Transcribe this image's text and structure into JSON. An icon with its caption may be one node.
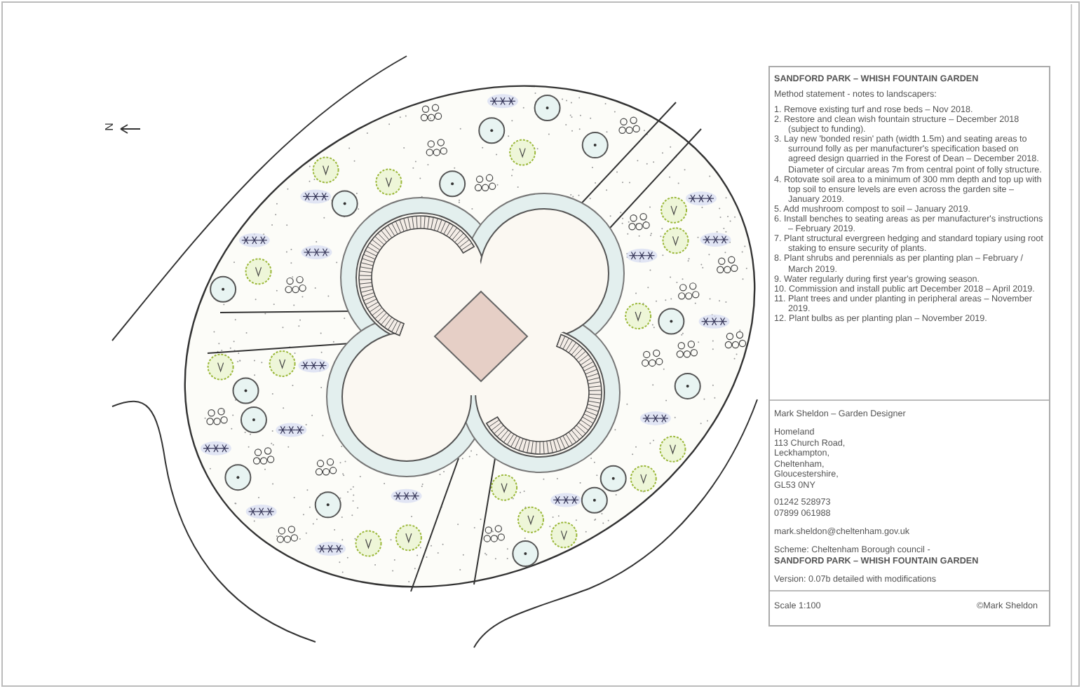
{
  "diagram": {
    "title": "SANDFORD PARK – WHISH FOUNTAIN GARDEN",
    "labels": [
      "N",
      "Method statement - notes to landscapers:",
      "1. Remove existing turf and rose beds – Nov 2018.",
      "2. Restore and clean wish fountain structure – December 2018 (subject to funding).",
      "3. Lay new 'bonded resin' path (width 1.5m) and seating areas to surround folly as per manufacturer's specification based on agreed design quarried in the Forest of Dean – December 2018. Diameter of circular areas 7m from central point of folly structure.",
      "4. Rotovate soil area to a minimum of 300 mm depth and top up with top soil to ensure levels are even across the garden site – January 2019.",
      "5. Add mushroom compost to soil – January 2019.",
      "6. Install benches to seating areas as per manufacturer's instructions – February 2019.",
      "7. Plant structural evergreen hedging and standard topiary using root staking to ensure security of plants.",
      "8. Plant shrubs and perennials as per planting plan – February / March 2019.",
      "9. Water regularly during first year's growing season.",
      "10. Commission and install public art December 2018 – April 2019.",
      "11. Plant trees and under planting in peripheral areas – November 2019.",
      "12. Plant bulbs as per planting plan – November 2019.",
      "Mark Sheldon – Garden Designer",
      "Homeland",
      "113 Church Road,",
      "Leckhampton,",
      "Cheltenham,",
      "Gloucestershire,",
      "GL53 0NY",
      "01242 528973",
      "07899 061988",
      "mark.sheldon@cheltenham.gov.uk",
      "Scheme: Cheltenham Borough council -",
      "SANDFORD PARK – WHISH FOUNTAIN GARDEN",
      "Version: 0.07b detailed with modifications",
      "Scale 1:100",
      "©Mark Sheldon"
    ]
  }
}
